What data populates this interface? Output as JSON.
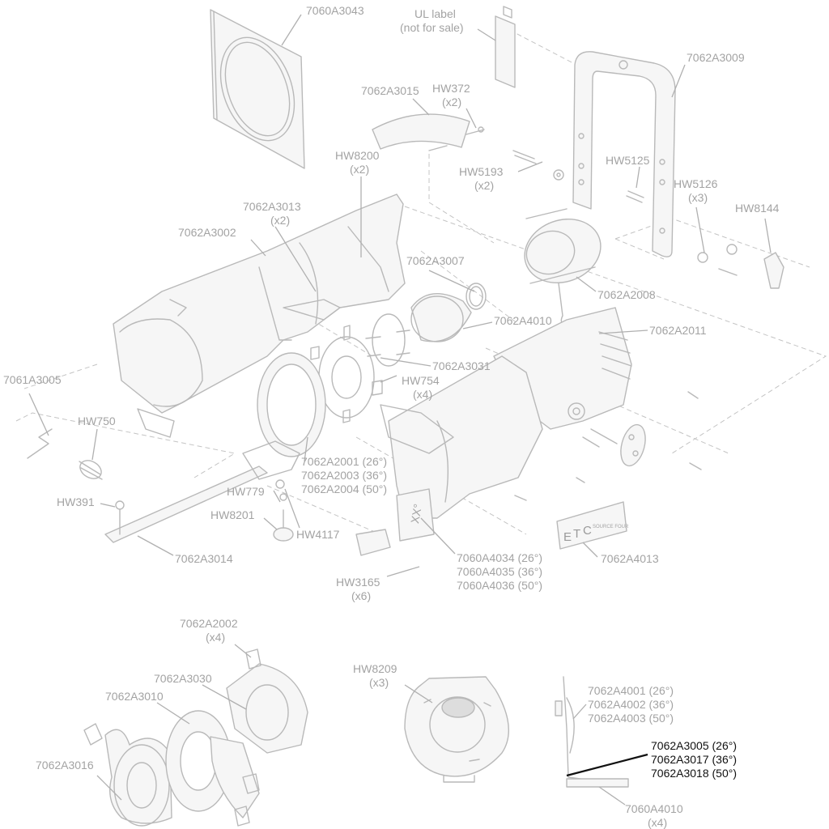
{
  "callouts": {
    "c_7060A3043": "7060A3043",
    "c_ul_label": [
      "UL label",
      "(not for sale)"
    ],
    "c_7062A3009": "7062A3009",
    "c_7062A3015": "7062A3015",
    "c_hw372": [
      "HW372",
      "(x2)"
    ],
    "c_hw8200": [
      "HW8200",
      "(x2)"
    ],
    "c_hw5193": [
      "HW5193",
      "(x2)"
    ],
    "c_hw5125": "HW5125",
    "c_hw5126": [
      "HW5126",
      "(x3)"
    ],
    "c_hw8144": "HW8144",
    "c_7062A3013": [
      "7062A3013",
      "(x2)"
    ],
    "c_7062A3002": "7062A3002",
    "c_7062A3007": "7062A3007",
    "c_7062A2008": "7062A2008",
    "c_7062A4010": "7062A4010",
    "c_7062A2011": "7062A2011",
    "c_7062A3031": "7062A3031",
    "c_hw754": [
      "HW754",
      "(x4)"
    ],
    "c_7061A3005": "7061A3005",
    "c_hw750": "HW750",
    "c_7062A2001": [
      "7062A2001 (26°)",
      "7062A2003 (36°)",
      "7062A2004 (50°)"
    ],
    "c_hw779": "HW779",
    "c_hw391": "HW391",
    "c_hw8201": "HW8201",
    "c_hw4117": "HW4117",
    "c_7062A3014": "7062A3014",
    "c_7060A4034": [
      "7060A4034 (26°)",
      "7060A4035 (36°)",
      "7060A4036 (50°)"
    ],
    "c_7062A4013": "7062A4013",
    "c_hw3165": [
      "HW3165",
      "(x6)"
    ],
    "c_7062A2002": [
      "7062A2002",
      "(x4)"
    ],
    "c_7062A3030": "7062A3030",
    "c_7062A3010": "7062A3010",
    "c_7062A3016": "7062A3016",
    "c_hw8209": [
      "HW8209",
      "(x3)"
    ],
    "c_7062A4001": [
      "7062A4001 (26°)",
      "7062A4002 (36°)",
      "7062A4003 (50°)"
    ],
    "c_7062A3005": [
      "7062A3005 (26°)",
      "7062A3017 (36°)",
      "7062A3018 (50°)"
    ],
    "c_7060A4010": [
      "7060A4010",
      "(x4)"
    ]
  },
  "part_markings": {
    "lens_tube_badge": "XX°",
    "brand_e": "E",
    "brand_t": "T",
    "brand_c": "C",
    "brand_tag": "SOURCE FOUR"
  },
  "colors": {
    "drawing_line": "#b9b9b9",
    "label_text": "#a3a3a3",
    "highlight_text": "#111111"
  }
}
